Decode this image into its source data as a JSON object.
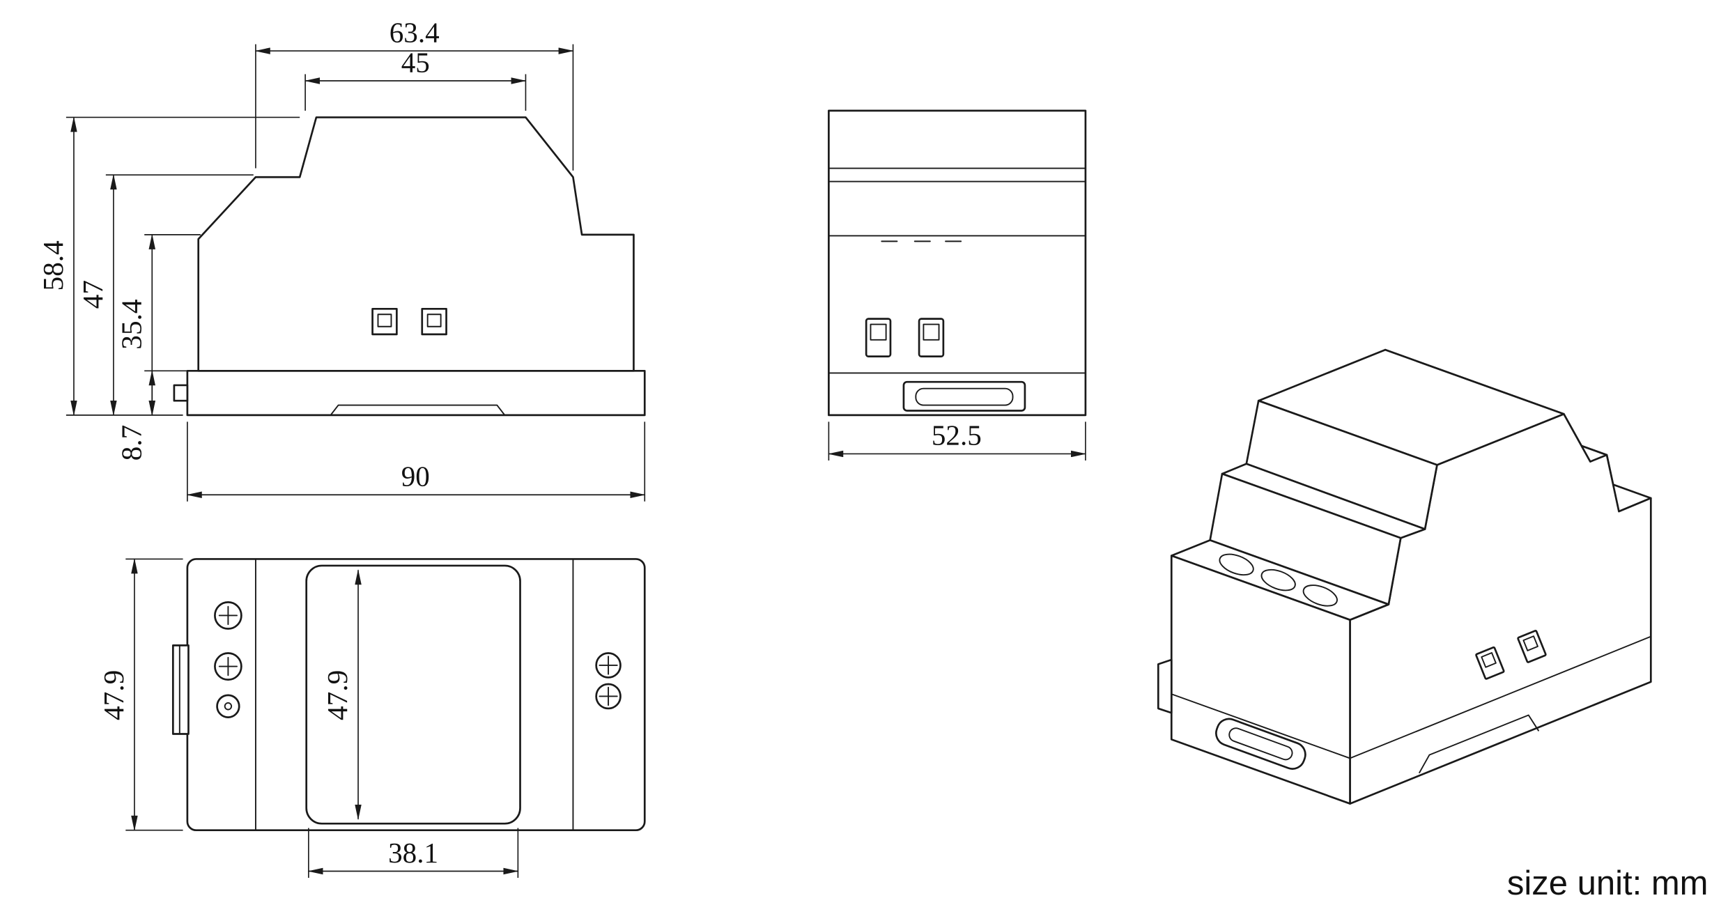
{
  "footer": {
    "unit_label": "size unit: mm"
  },
  "colors": {
    "line": "#1a1a1a",
    "background": "#ffffff"
  },
  "side_view": {
    "step_width": "63.4",
    "top_width": "45",
    "total_height": "58.4",
    "mid_height": "47",
    "shoulder_height": "35.4",
    "base_height": "8.7",
    "total_depth": "90"
  },
  "front_view": {
    "width": "52.5"
  },
  "bottom_view": {
    "outer_height": "47.9",
    "inner_height": "47.9",
    "inner_width": "38.1"
  }
}
